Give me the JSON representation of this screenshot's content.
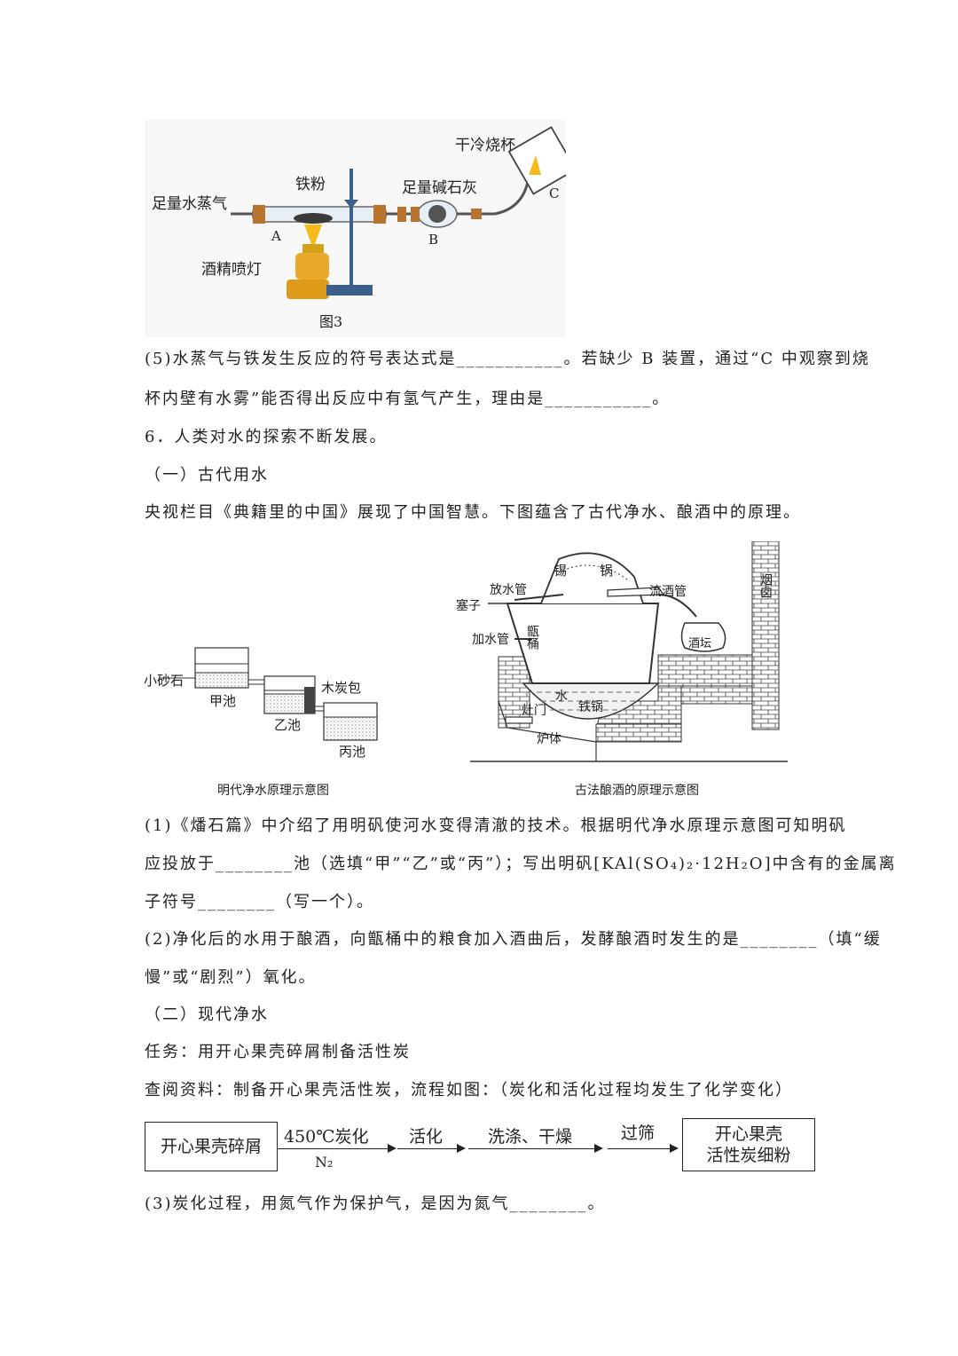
{
  "fig3": {
    "label_beaker": "干冷烧杯",
    "label_steam": "足量水蒸气",
    "label_iron": "铁粉",
    "label_sodalime": "足量碱石灰",
    "label_lamp": "酒精喷灯",
    "label_a": "A",
    "label_b": "B",
    "label_c": "C",
    "caption": "图3"
  },
  "q5": {
    "line1": "(5)水蒸气与铁发生反应的符号表达式是___________。若缺少 B 装置，通过“C 中观察到烧",
    "line2": "杯内壁有水雾”能否得出反应中有氢气产生，理由是___________。"
  },
  "q6": {
    "title": "6．人类对水的探索不断发展。",
    "section1": "（一）古代用水",
    "intro": "央视栏目《典籍里的中国》展现了中国智慧。下图蕴含了古代净水、酿酒中的原理。"
  },
  "fig_ming": {
    "label_sand": "小砂石",
    "label_jia": "甲池",
    "label_charcoal": "木炭包",
    "label_yi": "乙池",
    "label_bing": "丙池",
    "caption": "明代净水原理示意图"
  },
  "fig_wine": {
    "label_tin": "锡",
    "label_pot": "锅",
    "label_drain": "放水管",
    "label_wine_pipe": "流酒管",
    "label_plug": "塞子",
    "label_chimney": "烟囱",
    "label_fill": "加水管",
    "label_bucket": "甑桶",
    "label_jar": "酒坛",
    "label_water": "水",
    "label_iron_pot": "铁锅",
    "label_door": "灶门",
    "label_furnace": "炉体",
    "caption": "古法酿酒的原理示意图"
  },
  "q1": {
    "line1": "(1)《燔石篇》中介绍了用明矾使河水变得清澈的技术。根据明代净水原理示意图可知明矾",
    "line2": "应投放于________池（选填“甲”“乙”或“丙”）；写出明矾[KAl(SO₄)₂·12H₂O]中含有的金属离",
    "line3": "子符号________（写一个）。"
  },
  "q2": {
    "line1": "(2)净化后的水用于酿酒，向甑桶中的粮食加入酒曲后，发酵酿酒时发生的是________（填“缓",
    "line2": "慢”或“剧烈”）氧化。"
  },
  "section2": {
    "title": "（二）现代净水",
    "task": "任务：用开心果壳碎屑制备活性炭",
    "info": "查阅资料：制备开心果壳活性炭，流程如图：（炭化和活化过程均发生了化学变化）"
  },
  "flow": {
    "start": "开心果壳碎屑",
    "step1": "450℃炭化",
    "step1_gas": "N₂",
    "step2": "活化",
    "step3": "洗涤、干燥",
    "step4": "过筛",
    "end_line1": "开心果壳",
    "end_line2": "活性炭细粉"
  },
  "q3": {
    "line1": "(3)炭化过程，用氮气作为保护气，是因为氮气________。"
  }
}
